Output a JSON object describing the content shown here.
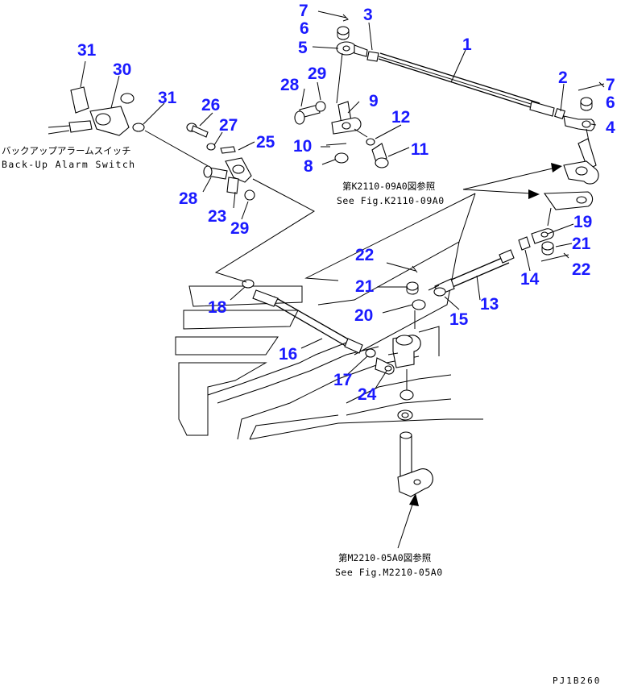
{
  "callouts": {
    "c1": "1",
    "c2": "2",
    "c3": "3",
    "c4": "4",
    "c5": "5",
    "c6a": "6",
    "c6b": "6",
    "c7a": "7",
    "c7b": "7",
    "c8": "8",
    "c9": "9",
    "c10": "10",
    "c11": "11",
    "c12": "12",
    "c13": "13",
    "c14": "14",
    "c15": "15",
    "c16": "16",
    "c17": "17",
    "c18": "18",
    "c19": "19",
    "c20": "20",
    "c21a": "21",
    "c21b": "21",
    "c22a": "22",
    "c22b": "22",
    "c23": "23",
    "c24": "24",
    "c25": "25",
    "c26": "26",
    "c27": "27",
    "c28a": "28",
    "c28b": "28",
    "c29a": "29",
    "c29b": "29",
    "c30": "30",
    "c31a": "31",
    "c31b": "31"
  },
  "notes": {
    "alarm_jp": "バックアップアラームスイッチ",
    "alarm_en": "Back-Up Alarm Switch",
    "ref_k_jp": "第K2110-09A0図参照",
    "ref_k_en": "See Fig.K2110-09A0",
    "ref_m_jp": "第M2210-05A0図参照",
    "ref_m_en": "See Fig.M2210-05A0"
  },
  "drawing_code": "PJ1B260"
}
